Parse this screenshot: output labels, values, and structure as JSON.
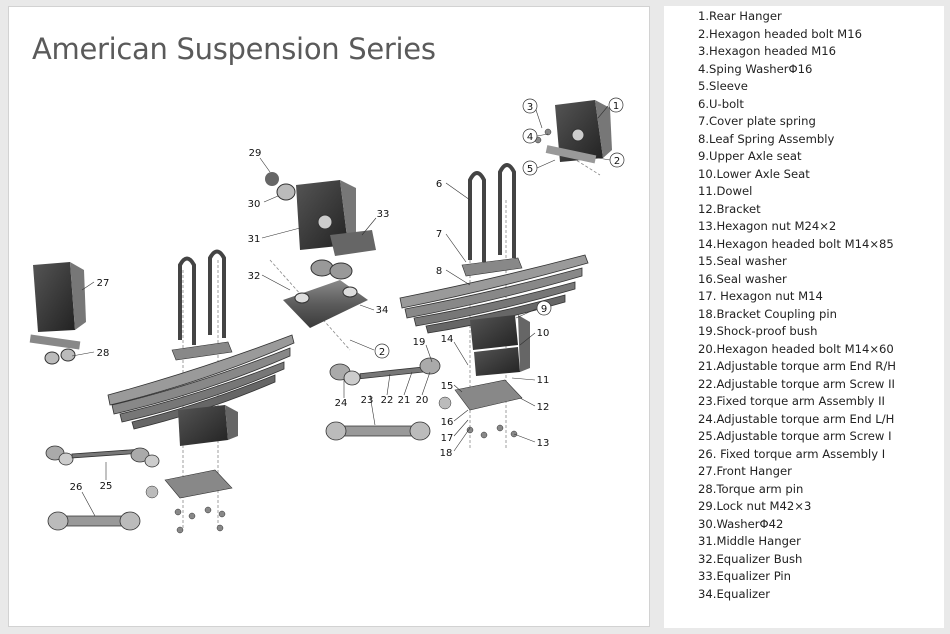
{
  "title": "American Suspension Series",
  "legend": [
    "1.Rear Hanger",
    "2.Hexagon headed bolt M16",
    "3.Hexagon headed M16",
    "4.Sping WasherΦ16",
    "5.Sleeve",
    "6.U-bolt",
    "7.Cover plate spring",
    "8.Leaf Spring Assembly",
    "9.Upper Axle seat",
    "10.Lower Axle Seat",
    "11.Dowel",
    "12.Bracket",
    "13.Hexagon nut M24×2",
    "14.Hexagon headed bolt M14×85",
    "15.Seal washer",
    "16.Seal washer",
    "17. Hexagon nut M14",
    "18.Bracket Coupling pin",
    "19.Shock-proof bush",
    "20.Hexagon headed bolt M14×60",
    "21.Adjustable torque arm End R/H",
    "22.Adjustable torque arm Screw II",
    "23.Fixed torque arm Assembly II",
    "24.Adjustable torque arm End L/H",
    "25.Adjustable torque arm Screw I",
    "26. Fixed torque arm Assembly I",
    "27.Front Hanger",
    "28.Torque arm pin",
    "29.Lock nut M42×3",
    "30.WasherΦ42",
    "31.Middle Hanger",
    "32.Equalizer Bush",
    "33.Equalizer Pin",
    "34.Equalizer"
  ],
  "callouts": [
    "1",
    "2",
    "3",
    "4",
    "5",
    "6",
    "7",
    "8",
    "9",
    "10",
    "11",
    "12",
    "13",
    "14",
    "15",
    "16",
    "17",
    "18",
    "19",
    "20",
    "21",
    "22",
    "23",
    "24",
    "25",
    "26",
    "27",
    "28",
    "29",
    "30",
    "31",
    "32",
    "33",
    "34",
    "2"
  ]
}
